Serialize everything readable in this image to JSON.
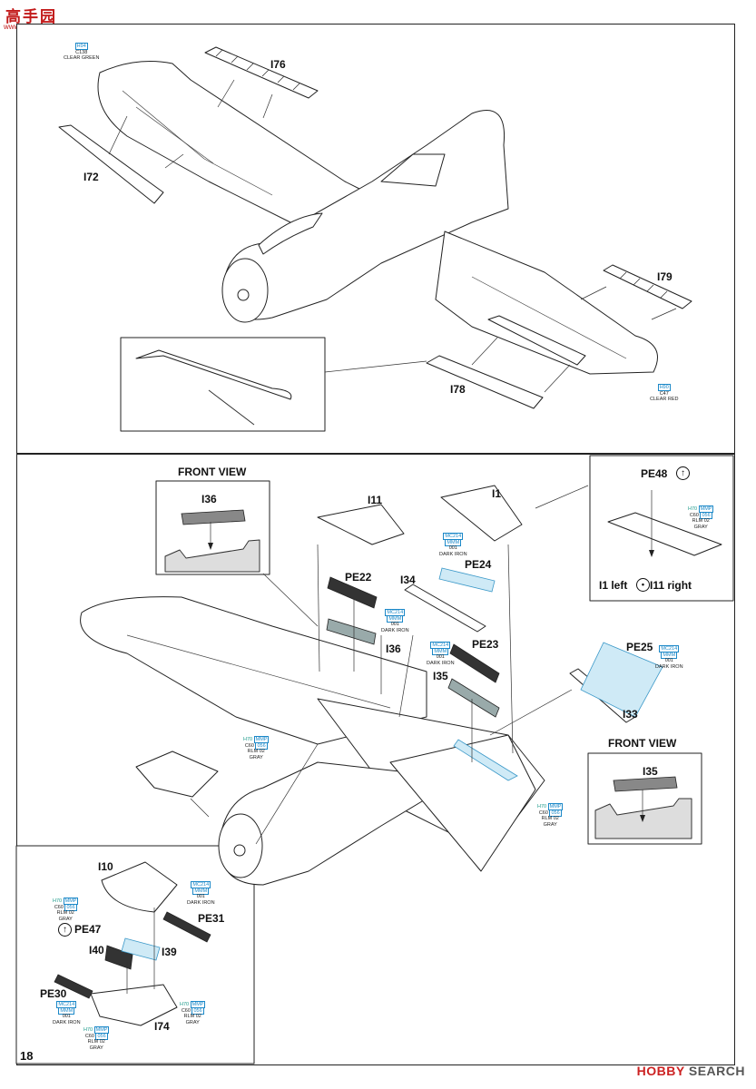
{
  "watermark": {
    "line1": "高手园",
    "line2": "www.gaoshou.com"
  },
  "page_number": "18",
  "brand": {
    "prefix": "HOBBY",
    "suffix": "SEARCH"
  },
  "top_panel": {
    "parts": [
      "I76",
      "I72",
      "I79",
      "I78"
    ],
    "clear_green": {
      "code1": "H94",
      "code2": "C138",
      "name": "CLEAR GREEN"
    },
    "clear_red": {
      "code1": "H90",
      "code2": "C47",
      "name": "CLEAR RED"
    }
  },
  "bottom_panel": {
    "front_view_1": {
      "title": "FRONT VIEW",
      "part": "I36"
    },
    "front_view_2": {
      "title": "FRONT VIEW",
      "part": "I35"
    },
    "inset": {
      "part": "PE48",
      "caption_left": "I1 left",
      "caption_right": "I11 right",
      "color": {
        "c1": "H70",
        "c2": "MMP",
        "c3": "C60",
        "c4": "056",
        "c5": "RLM 02",
        "c6": "GRAY"
      }
    },
    "parts": [
      "I11",
      "I1",
      "PE22",
      "I34",
      "PE24",
      "I36",
      "PE23",
      "I35",
      "PE25",
      "I33",
      "I10",
      "PE47",
      "PE31",
      "I40",
      "I39",
      "PE30",
      "I74"
    ],
    "dark_iron": {
      "c1": "MC214",
      "c2": "MMM",
      "c3": "001",
      "c4": "DARK IRON"
    },
    "rlm_gray": {
      "c1": "H70",
      "c2": "MMP",
      "c3": "C60",
      "c4": "056",
      "c5": "RLM 02",
      "c6": "GRAY"
    }
  }
}
